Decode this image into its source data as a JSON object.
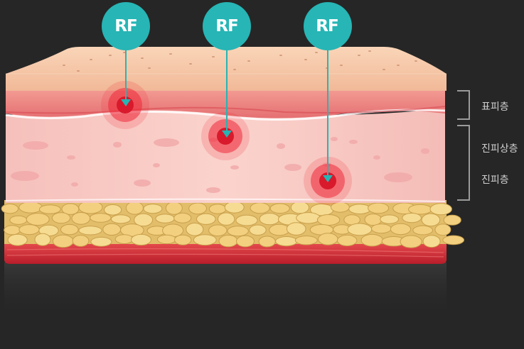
{
  "probe": {
    "label": "RF"
  },
  "layers": {
    "epidermis": "표피층",
    "upper_dermis": "진피상층",
    "dermis": "진피층"
  },
  "colors": {
    "background": "#262626",
    "probe": "#27b5b5",
    "epidermis_top": "#f6c5a3",
    "epidermis_band": "#ee8a86",
    "dermis": "#f8c7c2",
    "fat": "#e2bd6a",
    "muscle": "#d9313a",
    "heat": "#ef2a3a",
    "bracket": "#9a9a9a"
  },
  "icons": {
    "probe": "rf-probe-circle",
    "target": "heat-target-icon"
  }
}
